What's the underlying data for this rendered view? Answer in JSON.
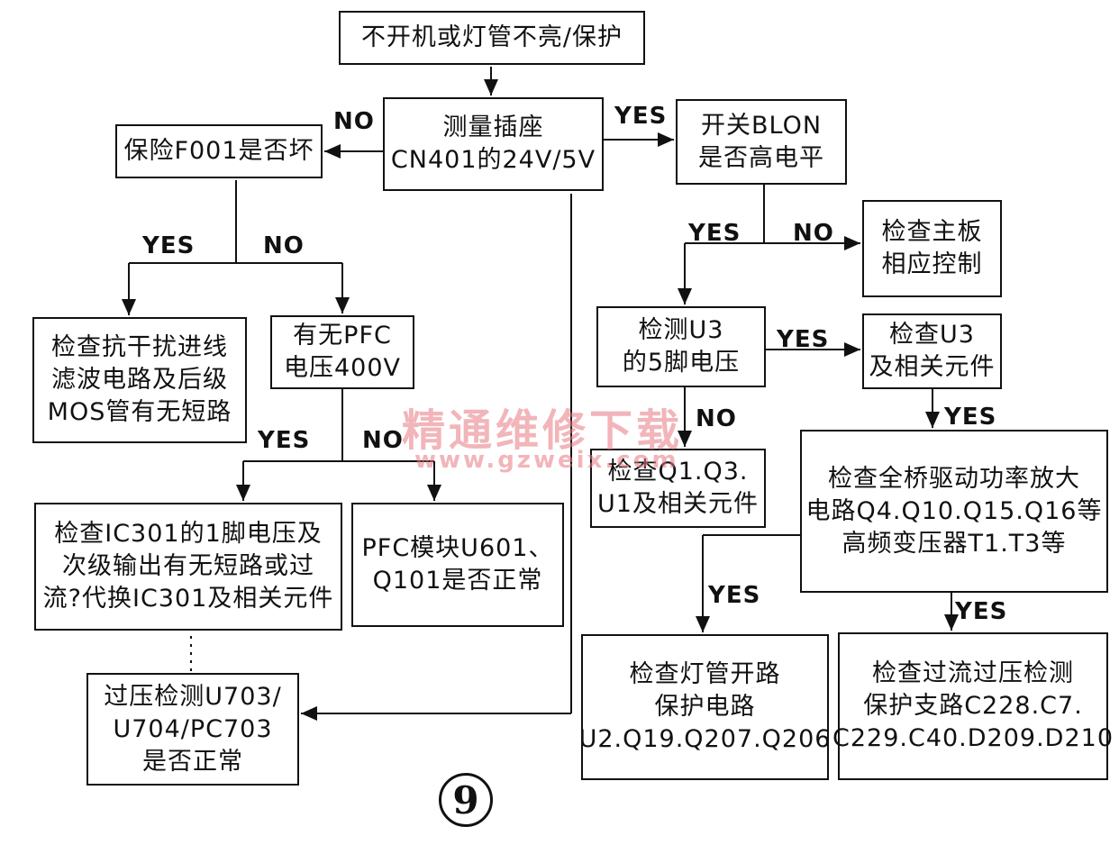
{
  "boxes": {
    "start": [
      "不开机或灯管不亮/保护"
    ],
    "measure": [
      "测量插座",
      "CN401的24V/5V"
    ],
    "fuse": [
      "保险F001是否坏"
    ],
    "blon": [
      "开关BLON",
      "是否高电平"
    ],
    "mainboard": [
      "检查主板",
      "相应控制"
    ],
    "filter": [
      "检查抗干扰进线",
      "滤波电路及后级",
      "MOS管有无短路"
    ],
    "pfc_voltage": [
      "有无PFC",
      "电压400V"
    ],
    "u3_pin5": [
      "检测U3",
      "的5脚电压"
    ],
    "check_u3": [
      "检查U3",
      "及相关元件"
    ],
    "q1q3": [
      "检查Q1.Q3.",
      "U1及相关元件"
    ],
    "bridge": [
      "检查全桥驱动功率放大",
      "电路Q4.Q10.Q15.Q16等",
      "高频变压器T1.T3等"
    ],
    "ic301": [
      "检查IC301的1脚电压及",
      "次级输出有无短路或过",
      "流?代换IC301及相关元件"
    ],
    "pfc_module": [
      "PFC模块U601、",
      "Q101是否正常"
    ],
    "overvoltage": [
      "过压检测U703/",
      "U704/PC703",
      "是否正常"
    ],
    "lamp_protect": [
      "检查灯管开路",
      "保护电路",
      "U2.Q19.Q207.Q206"
    ],
    "overcurrent": [
      "检查过流过压检测",
      "保护支路C228.C7.",
      "C229.C40.D209.D210"
    ]
  },
  "labels": {
    "no_fuse": "NO",
    "yes_blon": "YES",
    "yes_fuse": "YES",
    "no_fuse_pfc": "NO",
    "yes_u3": "YES",
    "no_mainboard": "NO",
    "yes_check_u3": "YES",
    "yes_bridge": "YES",
    "no_q1q3": "NO",
    "yes_ic301": "YES",
    "no_pfc_module": "NO",
    "yes_lamp": "YES",
    "yes_overcurrent": "YES"
  },
  "watermark": {
    "text": "精通维修下载",
    "url": "www.gzweix.com"
  },
  "figure_number": "9"
}
